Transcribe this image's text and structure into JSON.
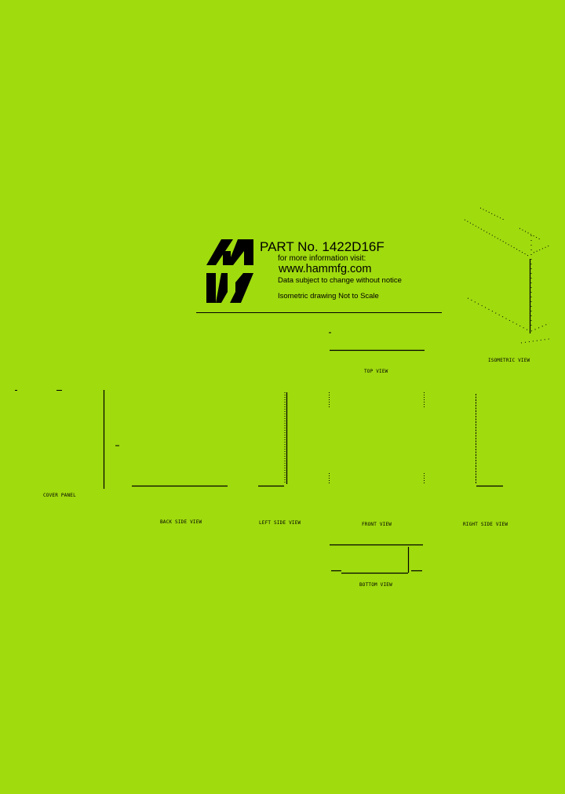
{
  "title_block": {
    "part_label": "PART No.  1422D16F",
    "info_text": "for more information visit:",
    "website": "www.hammfg.com",
    "disclaimer": "Data subject to change without notice",
    "scale_note": "Isometric drawing Not to Scale",
    "logo": "Hammond HM logo"
  },
  "views": {
    "cover_panel": "COVER PANEL",
    "back_side": "BACK SIDE VIEW",
    "left_side": "LEFT SIDE VIEW",
    "top": "TOP VIEW",
    "front": "FRONT VIEW",
    "right_side": "RIGHT SIDE VIEW",
    "bottom": "BOTTOM VIEW",
    "isometric": "ISOMETRIC VIEW"
  },
  "colors": {
    "background": "#a0db0e",
    "ink": "#000000"
  }
}
